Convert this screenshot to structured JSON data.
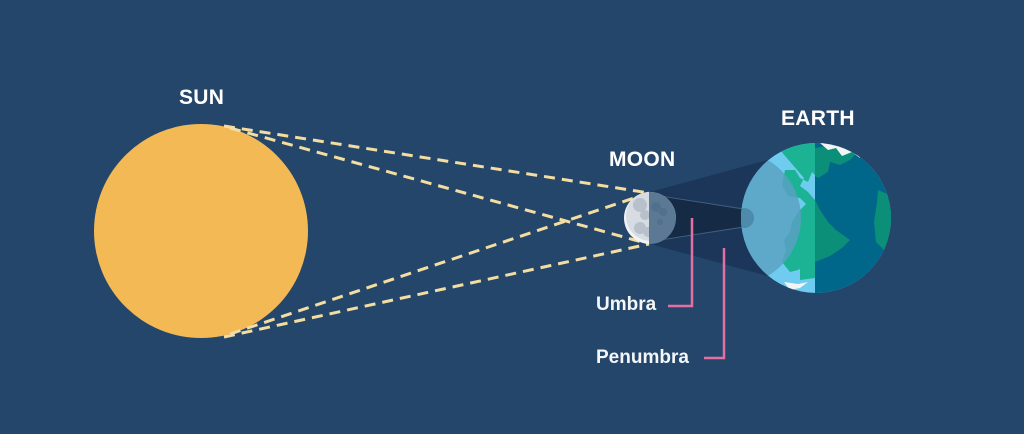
{
  "diagram": {
    "title": "Solar eclipse geometry",
    "bodies": {
      "sun": {
        "label": "SUN",
        "color": "#f3b955"
      },
      "moon": {
        "label": "MOON",
        "lit_color": "#d6dce2",
        "dark_color": "#5b7894",
        "crater_color": "#b8c1cb"
      },
      "earth": {
        "label": "EARTH",
        "ocean_color": "#6fcbef",
        "land_color": "#1cb394",
        "night_ocean_color": "#00668a",
        "night_land_color": "#0c8f78",
        "ice_color": "#f2f4f6"
      }
    },
    "shadows": {
      "umbra": {
        "label": "Umbra",
        "color": "#142a45"
      },
      "penumbra": {
        "label": "Penumbra",
        "color": "#1b3658"
      }
    },
    "colors": {
      "background": "#24466b",
      "rays": "#f4dda0",
      "callout": "#e36fa3"
    }
  }
}
